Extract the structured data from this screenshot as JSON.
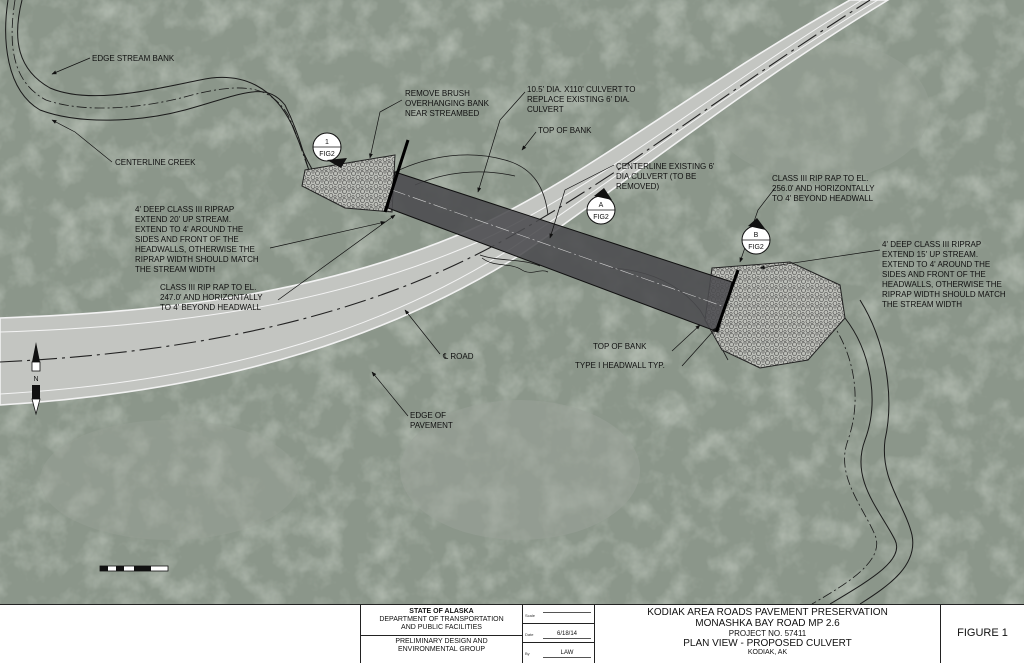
{
  "labels": {
    "edge_stream_bank": "EDGE STREAM BANK",
    "centerline_creek": "CENTERLINE CREEK",
    "remove_brush": [
      "REMOVE BRUSH",
      "OVERHANGING BANK",
      "NEAR STREAMBED"
    ],
    "new_culvert": [
      "10.5' DIA. X110' CULVERT TO",
      "REPLACE EXISTING 6' DIA.",
      "CULVERT"
    ],
    "top_of_bank_upper": "TOP OF BANK",
    "centerline_existing": [
      "CENTERLINE EXISTING 6'",
      "DIA CULVERT (TO BE",
      "REMOVED)"
    ],
    "riprap_upstream_el": [
      "CLASS III RIP RAP TO EL.",
      "256.0' AND HORIZONTALLY",
      "TO 4' BEYOND HEADWALL"
    ],
    "riprap_left": [
      "4' DEEP CLASS III RIPRAP",
      "EXTEND 20' UP STREAM.",
      "EXTEND TO 4' AROUND THE",
      "SIDES AND FRONT OF THE",
      "HEADWALLS, OTHERWISE THE",
      "RIPRAP WIDTH SHOULD MATCH",
      "THE STREAM WIDTH"
    ],
    "riprap_right": [
      "4' DEEP CLASS III RIPRAP",
      "EXTEND 15' UP STREAM.",
      "EXTEND TO 4' AROUND THE",
      "SIDES AND FRONT OF THE",
      "HEADWALLS, OTHERWISE THE",
      "RIPRAP WIDTH SHOULD MATCH",
      "THE STREAM WIDTH"
    ],
    "riprap_downstream_el": [
      "CLASS III RIP RAP TO EL.",
      "247.0' AND HORIZONTALLY",
      "TO 4' BEYOND HEADWALL"
    ],
    "top_of_bank_lower": "TOP OF BANK",
    "headwall": "TYPE I HEADWALL TYP.",
    "cl_road": "℄ ROAD",
    "edge_pavement": [
      "EDGE OF",
      "PAVEMENT"
    ],
    "north": "N"
  },
  "callouts": {
    "c1": {
      "id": "1",
      "sheet": "FIG2"
    },
    "cA": {
      "id": "A",
      "sheet": "FIG2"
    },
    "cB": {
      "id": "B",
      "sheet": "FIG2"
    }
  },
  "title_block": {
    "agency_line1": "STATE OF ALASKA",
    "agency_line2": "DEPARTMENT OF TRANSPORTATION",
    "agency_line3": "AND PUBLIC FACILITIES",
    "group_line1": "PRELIMINARY DESIGN AND",
    "group_line2": "ENVIRONMENTAL GROUP",
    "scale_key": "Scale",
    "scale_value": "",
    "date_key": "Date",
    "date_value": "6/18/14",
    "by_key": "By",
    "by_value": "LAW",
    "project_line1": "KODIAK AREA ROADS PAVEMENT PRESERVATION",
    "project_line2": "MONASHKA BAY ROAD MP 2.6",
    "project_no": "PROJECT NO. 57411",
    "sheet_title": "PLAN VIEW - PROPOSED CULVERT",
    "location": "KODIAK, AK",
    "figure": "FIGURE 1"
  },
  "colors": {
    "forest": "#7f8a7c",
    "forest_dark": "#5d6a5c",
    "road": "#c6c8c4",
    "culvert": "#4a4a4e",
    "riprap": "#b4b6b0",
    "line": "#1a1a1a"
  }
}
